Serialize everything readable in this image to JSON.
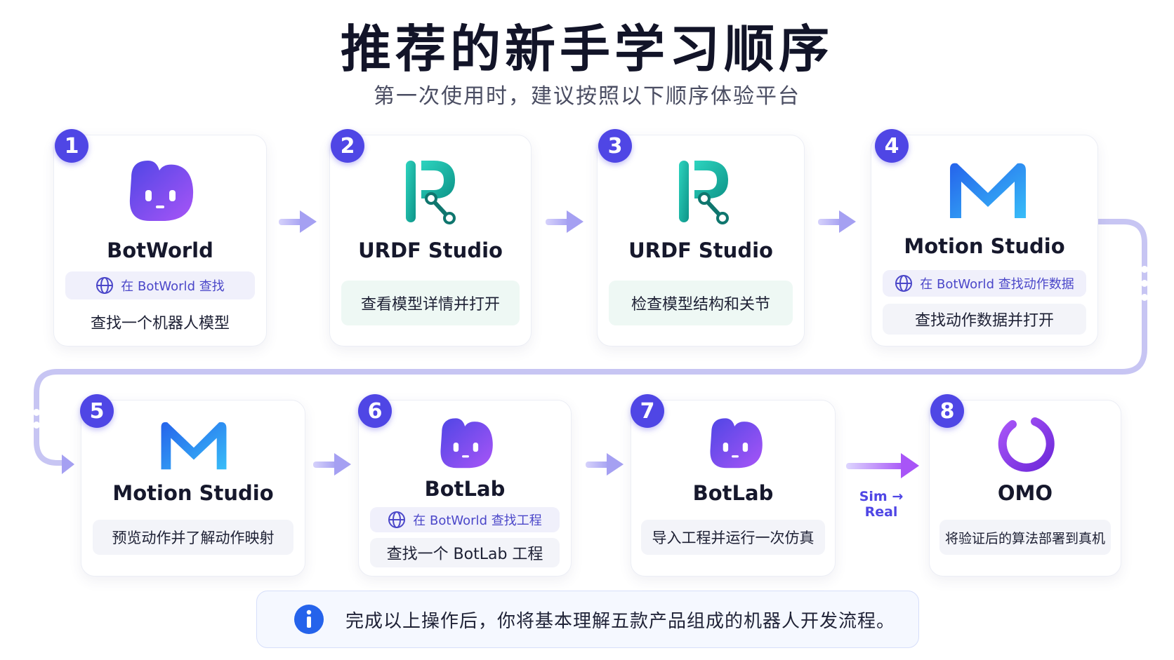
{
  "title": "推荐的新手学习顺序",
  "subtitle": "第一次使用时，建议按照以下顺序体验平台",
  "steps": [
    {
      "number": "1",
      "app": "BotWorld",
      "search": "在 BotWorld 查找",
      "action": "查找一个机器人模型",
      "icon": "botworld-icon"
    },
    {
      "number": "2",
      "app": "URDF Studio",
      "action": "查看模型详情并打开",
      "icon": "urdf-studio-icon"
    },
    {
      "number": "3",
      "app": "URDF Studio",
      "action": "检查模型结构和关节",
      "icon": "urdf-studio-icon"
    },
    {
      "number": "4",
      "app": "Motion Studio",
      "search": "在 BotWorld 查找动作数据",
      "action": "查找动作数据并打开",
      "icon": "motion-studio-icon"
    },
    {
      "number": "5",
      "app": "Motion Studio",
      "action": "预览动作并了解动作映射",
      "icon": "motion-studio-icon"
    },
    {
      "number": "6",
      "app": "BotLab",
      "search": "在 BotWorld 查找工程",
      "action": "查找一个 BotLab 工程",
      "icon": "botlab-icon"
    },
    {
      "number": "7",
      "app": "BotLab",
      "action": "导入工程并运行一次仿真",
      "icon": "botlab-icon"
    },
    {
      "number": "8",
      "app": "OMO",
      "action": "将验证后的算法部署到真机",
      "icon": "omo-icon"
    }
  ],
  "sim_to_real": "Sim → Real",
  "note": "完成以上操作后，你将基本理解五款产品组成的机器人开发流程。",
  "colors": {
    "accent": "#4f46e5",
    "teal": "#14b8a6",
    "blue": "#2563eb",
    "purple": "#7c3aed",
    "connector": "#c7c5f3"
  }
}
